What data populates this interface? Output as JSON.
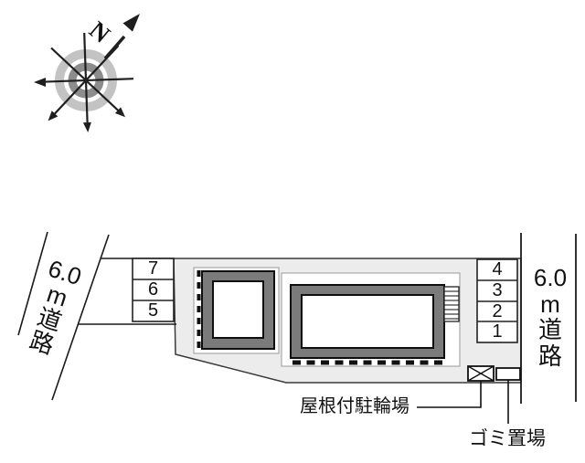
{
  "compass": {
    "north_label": "N"
  },
  "roads": {
    "left": {
      "chars": [
        "6.0",
        "m",
        "道",
        "路"
      ]
    },
    "right": {
      "chars": [
        "6.0",
        "m",
        "道",
        "路"
      ]
    }
  },
  "parking": {
    "left": {
      "items": [
        "7",
        "6",
        "5"
      ]
    },
    "right": {
      "items": [
        "4",
        "3",
        "2",
        "1"
      ]
    }
  },
  "annotations": {
    "bike_parking": "屋根付駐輪場",
    "garbage_area": "ゴミ置場"
  },
  "colors": {
    "site-fill": "#ececec",
    "building-fill": "#7b7b7b",
    "line": "#1a1a1a",
    "backdrop-stroke": "#9a9a9a",
    "ring-outer": "#c3c3c3",
    "ring-inner": "#8d8d8d"
  }
}
